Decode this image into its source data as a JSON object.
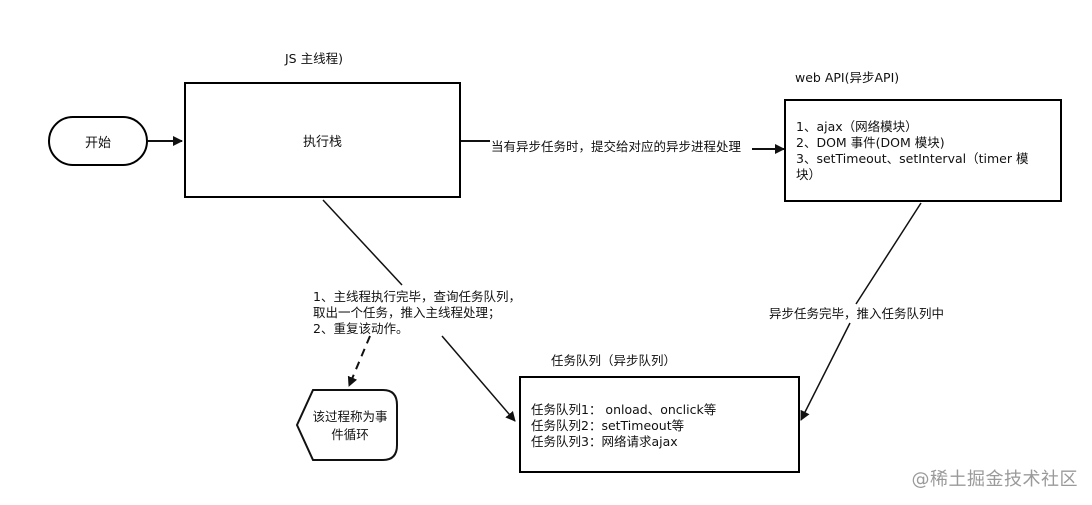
{
  "nodes": {
    "start": "开始",
    "main_thread_title": "JS 主线程)",
    "call_stack": "执行栈",
    "web_api_title": "web API(异步API)",
    "web_api_items": [
      "1、ajax（网络模块）",
      "2、DOM 事件(DOM 模块)",
      "3、setTimeout、setInterval（timer 模",
      "块）"
    ],
    "queue_title": "任务队列（异步队列）",
    "queue_items": [
      "任务队列1： onload、onclick等",
      "任务队列2：setTimeout等",
      "任务队列3：网络请求ajax"
    ],
    "event_loop_label": "该过程称为事件循环"
  },
  "edges": {
    "to_web_api": "当有异步任务时，提交给对应的异步进程处理",
    "to_queue": "异步任务完毕，推入任务队列中",
    "loop_steps": [
      "1、主线程执行完毕，查询任务队列，",
      "取出一个任务，推入主线程处理；",
      "2、重复该动作。"
    ]
  },
  "watermark": "@稀土掘金技术社区"
}
